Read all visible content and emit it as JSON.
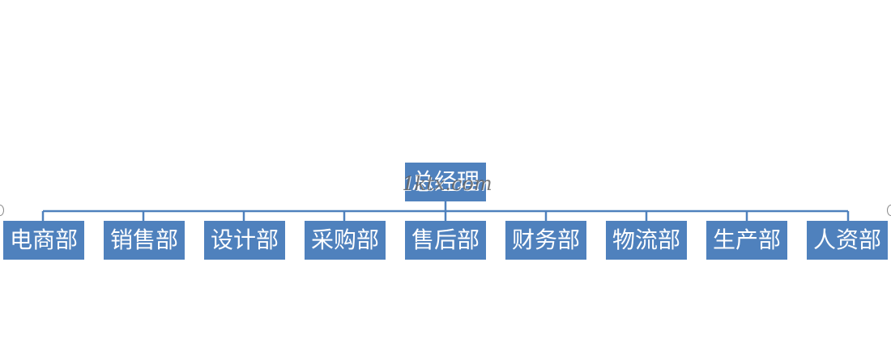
{
  "colors": {
    "node_fill": "#4f81bd",
    "node_text": "#ffffff",
    "connector": "#4f81bd"
  },
  "root": {
    "label": "总经理"
  },
  "departments": [
    {
      "label": "电商部"
    },
    {
      "label": "销售部"
    },
    {
      "label": "设计部"
    },
    {
      "label": "采购部"
    },
    {
      "label": "售后部"
    },
    {
      "label": "财务部"
    },
    {
      "label": "物流部"
    },
    {
      "label": "生产部"
    },
    {
      "label": "人资部"
    }
  ],
  "watermark": {
    "text": "1ktx.com"
  }
}
